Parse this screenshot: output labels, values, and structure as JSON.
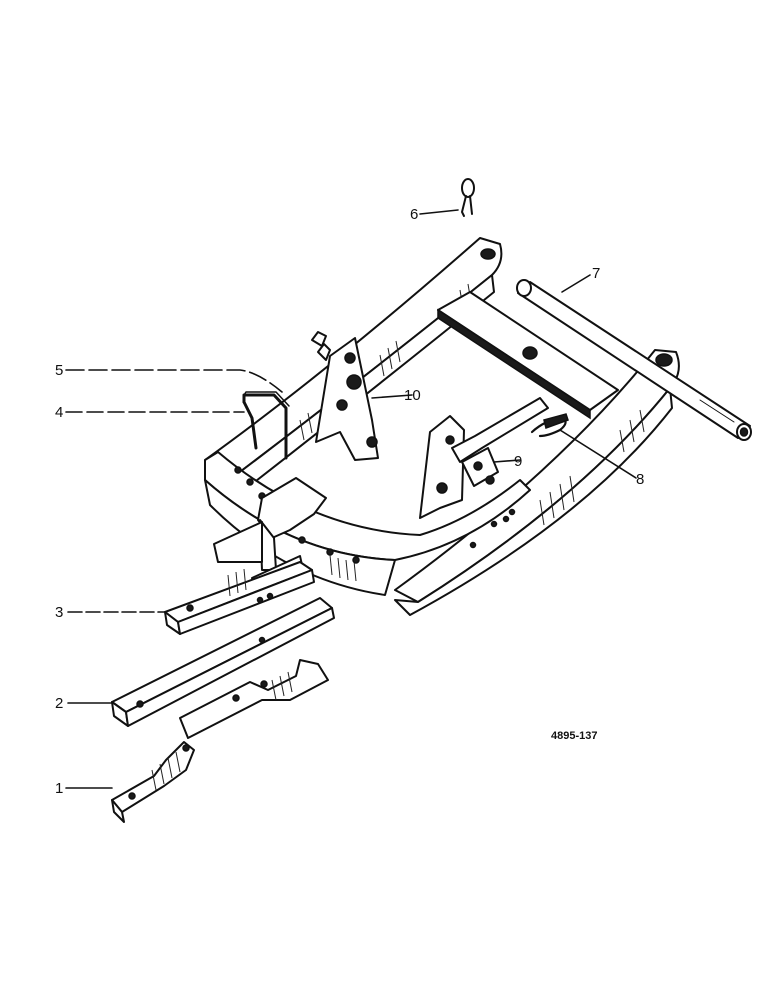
{
  "callouts": [
    "1",
    "2",
    "3",
    "4",
    "5",
    "6",
    "7",
    "8",
    "9",
    "10"
  ],
  "drawing_code": "4895-137"
}
